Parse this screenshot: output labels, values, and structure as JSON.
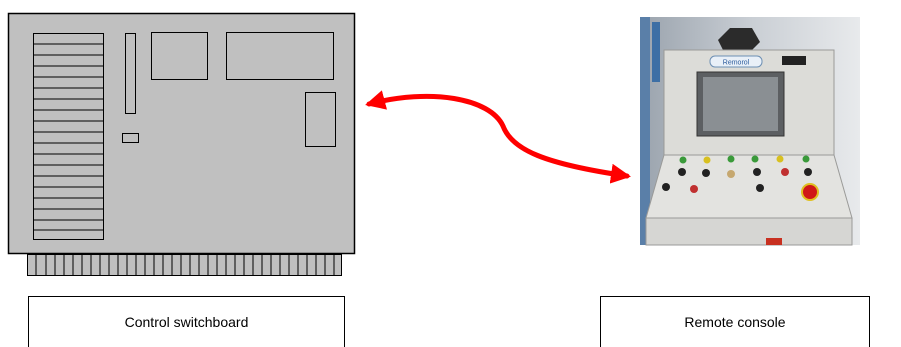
{
  "captions": {
    "left": "Control switchboard",
    "right": "Remote console"
  },
  "console_panel": {
    "brand_text": "Remorol"
  },
  "colors": {
    "switchboard_fill": "#c0c0c0",
    "arrow": "#ff0000",
    "console_body": "#d9d9d6",
    "screen": "#8a8f93"
  }
}
